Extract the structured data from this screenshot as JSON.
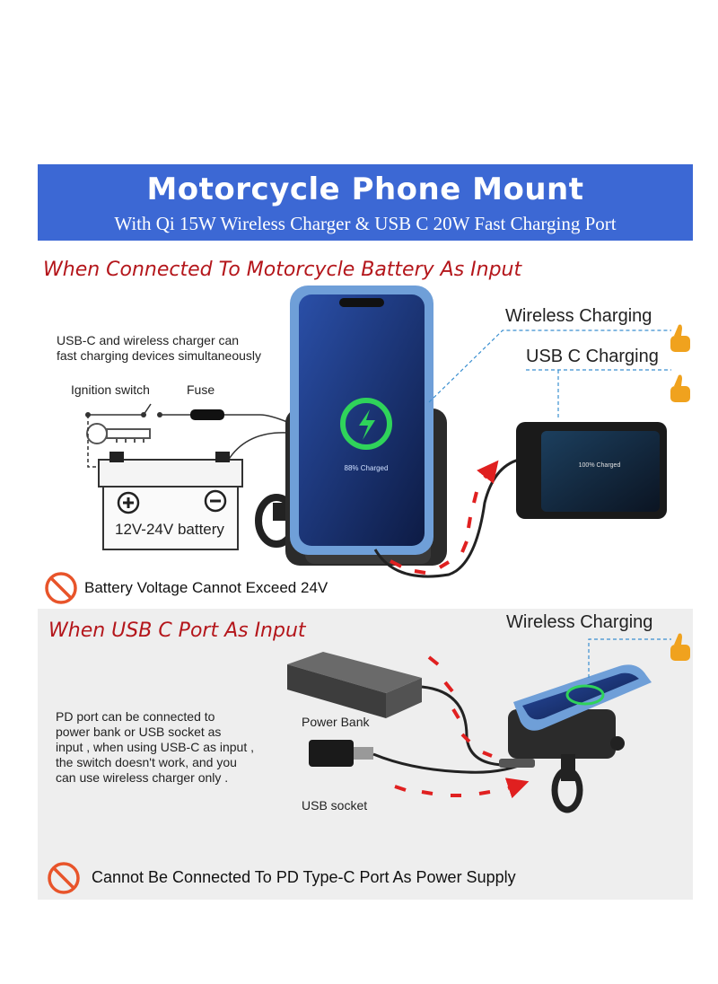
{
  "banner": {
    "title": "Motorcycle Phone Mount",
    "subtitle": "With Qi 15W Wireless Charger & USB C 20W Fast Charging Port"
  },
  "section1": {
    "title": "When Connected To Motorcycle Battery As Input",
    "note_line1": "USB-C and wireless charger can",
    "note_line2": "fast charging devices simultaneously",
    "ignition_label": "Ignition switch",
    "fuse_label": "Fuse",
    "battery_label": "12V-24V battery",
    "wireless_callout": "Wireless Charging",
    "usbc_callout": "USB C Charging",
    "phone_screen_text": "88% Charged",
    "device_screen_text": "100% Charged",
    "warning": "Battery Voltage Cannot Exceed 24V"
  },
  "section2": {
    "title": "When USB C Port As Input",
    "wireless_callout": "Wireless Charging",
    "note_lines": [
      "PD port can be connected to",
      "power bank or USB socket as",
      "input , when using USB-C as input ,",
      "the switch doesn't work, and you",
      "can use wireless charger only ."
    ],
    "power_bank_label": "Power Bank",
    "usb_socket_label": "USB socket",
    "warning": "Cannot Be Connected To PD Type-C Port As Power Supply"
  },
  "colors": {
    "banner_bg": "#3c68d4",
    "section_title": "#b4161b",
    "arrow": "#e02020",
    "callout_line": "#3a8fd0",
    "warning_icon": "#e8542a",
    "charge_ring": "#2fd35a"
  }
}
